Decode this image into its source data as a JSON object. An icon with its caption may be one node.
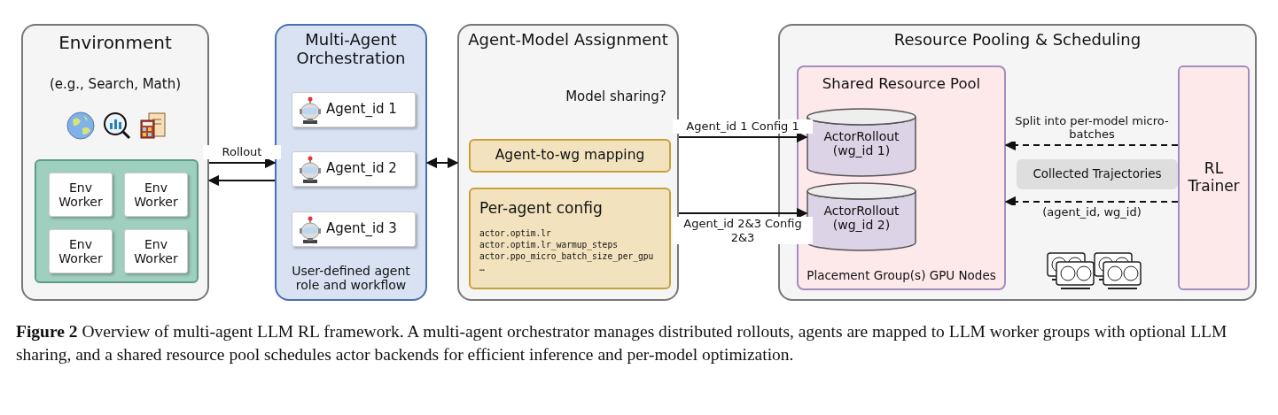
{
  "diagram": {
    "caption": "**Figure 2** Overview of multi-agent LLM RL framework. A multi-agent orchestrator manages distributed rollouts, agents are mapped to LLM worker groups with optional LLM sharing, and a shared resource pool schedules actor backends for efficient inference and per-model optimization.",
    "nodes": [
      {
        "text": [
          "Environment",
          "(e.g., Search, Math)"
        ]
      },
      {
        "text": [],
        "shape": "box",
        "in": 0
      },
      {
        "text": [
          "Env Worker"
        ],
        "in": 1
      },
      {
        "text": [
          "Env Worker"
        ],
        "in": 1
      },
      {
        "text": [
          "Env Worker"
        ],
        "in": 1
      },
      {
        "text": [
          "Env Worker"
        ],
        "in": 1
      },
      {
        "text": [
          "Multi-Agent Orchestration",
          "User-defined agent role and workflow"
        ]
      },
      {
        "text": [
          "Agent_id 1"
        ],
        "in": 6
      },
      {
        "text": [
          "Agent_id 2"
        ],
        "in": 6
      },
      {
        "text": [
          "Agent_id 3"
        ],
        "in": 6
      },
      {
        "text": [
          "Agent-Model Assignment",
          "Model sharing?"
        ]
      },
      {
        "text": [
          "Agent-to-wg mapping"
        ],
        "in": 10
      },
      {
        "text": [
          "Per-agent config",
          "actor.optim.lr",
          "actor.optim.lr_warmup_steps",
          "actor.ppo_micro_batch_size_per_gpu",
          "…"
        ],
        "in": 10
      },
      {
        "text": [
          "Resource Pooling & Scheduling"
        ]
      },
      {
        "text": [
          "Shared Resource Pool",
          "Placement Group(s) GPU Nodes"
        ],
        "in": 13
      },
      {
        "text": [
          "ActorRollout (wg_id 1)"
        ],
        "in": 14
      },
      {
        "text": [
          "ActorRollout (wg_id 2)"
        ],
        "in": 14
      },
      {
        "text": [
          "Collected Trajectories"
        ],
        "in": 13
      },
      {
        "text": [
          "RL Trainer"
        ],
        "in": 13
      }
    ],
    "edges": [
      {
        "from": 0,
        "to": 6,
        "arrow": "to",
        "label": "Rollout"
      },
      {
        "from": 6,
        "to": 0,
        "arrow": "to"
      },
      {
        "from": 6,
        "to": 10,
        "arrow": "both"
      },
      {
        "from": 10,
        "to": 15,
        "arrow": "to",
        "label": "Agent_id 1 Config 1"
      },
      {
        "from": 10,
        "to": 16,
        "arrow": "to",
        "label": "Agent_id 2&3 Config 2&3"
      },
      {
        "from": 18,
        "to": 14,
        "arrow": "to",
        "label": "Split into per-model micro-batches",
        "style": "dashed"
      },
      {
        "from": 18,
        "to": 14,
        "arrow": "to",
        "label": "(agent_id, wg_id)",
        "style": "dashed"
      }
    ]
  }
}
